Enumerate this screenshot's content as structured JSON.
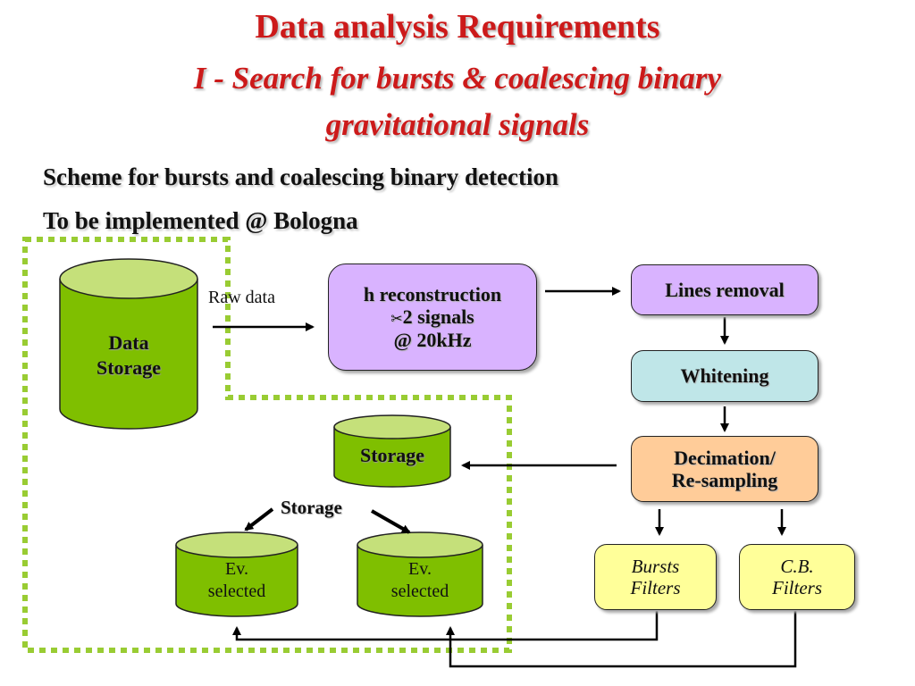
{
  "slide": {
    "title": "Data analysis Requirements",
    "subtitle_line1": "I - Search for bursts & coalescing binary",
    "subtitle_line2": "gravitational signals",
    "heading1": "Scheme for bursts and coalescing binary detection",
    "heading2": "To be implemented @ Bologna"
  },
  "diagram": {
    "data_storage": {
      "line1": "Data",
      "line2": "Storage"
    },
    "raw_data_label": "Raw data",
    "h_reconstruction": {
      "line1": "h reconstruction",
      "bullet_icon": "scissors-icon",
      "bullet_glyph": "✂",
      "line2": "2 signals",
      "line3": "@ 20kHz"
    },
    "lines_removal": "Lines removal",
    "whitening": "Whitening",
    "decimation": {
      "line1": "Decimation/",
      "line2": "Re-sampling"
    },
    "storage_cylinder": "Storage",
    "storage_label": "Storage",
    "ev_selected_1": {
      "line1": "Ev.",
      "line2": "selected"
    },
    "ev_selected_2": {
      "line1": "Ev.",
      "line2": "selected"
    },
    "bursts_filters": {
      "line1": "Bursts",
      "line2": "Filters"
    },
    "cb_filters": {
      "line1": "C.B.",
      "line2": "Filters"
    }
  },
  "colors": {
    "title": "#cc1a1a",
    "cylinder_fill": "#7fbf00",
    "cylinder_top": "#c5e07a",
    "dotted_border": "#99cc33",
    "purple_box": "#d9b3ff",
    "cyan_box": "#bfe6e8",
    "orange_box": "#ffcc99",
    "yellow_box": "#ffff99"
  }
}
